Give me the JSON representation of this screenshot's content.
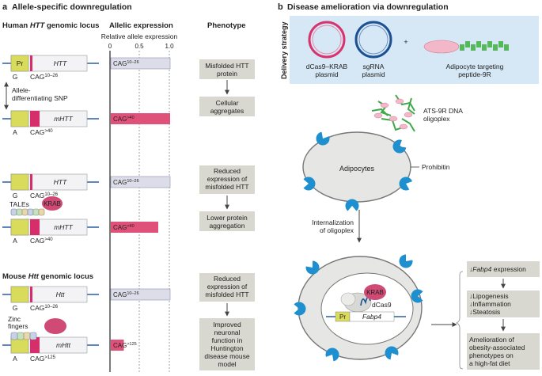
{
  "panel_a": {
    "letter": "a",
    "title": "Allele-specific downregulation",
    "col_locus": "Human HTT genomic locus",
    "col_locus_prefix": "Human ",
    "col_locus_gene": "HTT",
    "col_locus_suffix": " genomic locus",
    "col_expression": "Allelic expression",
    "col_phenotype": "Phenotype",
    "axis_label": "Relative allele expression",
    "ticks": [
      "0",
      "0.5",
      "1.0"
    ],
    "promoter": "Pr",
    "snp_label_1": "Allele-",
    "snp_label_2": "differentiating SNP",
    "tales": "TALEs",
    "krab": "KRAB",
    "zinc_1": "Zinc",
    "zinc_2": "fingers",
    "mouse_prefix": "Mouse ",
    "mouse_gene": "Htt",
    "mouse_suffix": " genomic locus",
    "rows": [
      {
        "allele": "G",
        "gene": "HTT",
        "cag": "CAG",
        "cag_sup": "10–26",
        "bar_label": "CAG",
        "bar_sup": "10–26",
        "value": 1.0
      },
      {
        "allele": "A",
        "gene": "mHTT",
        "cag": "CAG",
        "cag_sup": ">40",
        "bar_label": "CAG",
        "bar_sup": ">40",
        "value": 1.0
      },
      {
        "allele": "G",
        "gene": "HTT",
        "cag": "CAG",
        "cag_sup": "10–26",
        "bar_label": "CAG",
        "bar_sup": "10–26",
        "value": 1.0
      },
      {
        "allele": "A",
        "gene": "mHTT",
        "cag": "CAG",
        "cag_sup": ">40",
        "bar_label": "CAG",
        "bar_sup": ">40",
        "value": 0.8
      },
      {
        "allele": "G",
        "gene": "Htt",
        "cag": "CAG",
        "cag_sup": "10–26",
        "bar_label": "CAG",
        "bar_sup": "10–26",
        "value": 1.0
      },
      {
        "allele": "A",
        "gene": "mHtt",
        "cag": "CAG",
        "cag_sup": ">125",
        "bar_label": "CAG",
        "bar_sup": ">125",
        "value": 0.22
      }
    ],
    "phenotypes": {
      "p1": [
        "Misfolded HTT",
        "protein"
      ],
      "p2": [
        "Cellular",
        "aggregates"
      ],
      "p3": [
        "Reduced",
        "expression of",
        "misfolded HTT"
      ],
      "p4": [
        "Lower protein",
        "aggregation"
      ],
      "p5": [
        "Reduced",
        "expression of",
        "misfolded HTT"
      ],
      "p6": [
        "Improved",
        "neuronal",
        "function in",
        "Huntington",
        "disease mouse",
        "model"
      ]
    }
  },
  "panel_b": {
    "letter": "b",
    "title": "Disease amelioration via downregulation",
    "delivery_label": "Delivery strategy",
    "plasmid1": [
      "dCas9–KRAB",
      "plasmid"
    ],
    "plasmid2": [
      "sgRNA",
      "plasmid"
    ],
    "plus": "+",
    "peptide": [
      "Adipocyte targeting",
      "peptide-9R"
    ],
    "oligoplex": [
      "ATS-9R DNA",
      "oligoplex"
    ],
    "adipocytes": "Adipocytes",
    "prohibitin": "Prohibitin",
    "internalization": [
      "Internalization",
      "of oligoplex"
    ],
    "krab": "KRAB",
    "dcas9": "dCas9",
    "promoter": "Pr",
    "gene": "Fabp4",
    "outcomes": {
      "o1_arrow": "↓",
      "o1_gene": "Fabp4",
      "o1_rest": " expression",
      "o2": [
        "↓Lipogenesis",
        "↓Inflammation",
        "↓Steatosis"
      ],
      "o3": [
        "Amelioration of",
        "obesity-associated",
        "phenotypes on",
        "a high-fat diet"
      ]
    }
  },
  "colors": {
    "promoter_yellow": "#d9db5a",
    "cag_pink": "#d62e6b",
    "bar_grey": "#dcdde8",
    "bar_pink": "#e0517a",
    "pheno_box": "#d8d8d0",
    "delivery_bg": "#d6e8f5",
    "plasmid_pink": "#d8336e",
    "plasmid_blue": "#1c4f94",
    "peptide_green": "#55b85a",
    "receptor_blue": "#1e8fcf",
    "cell_grey": "#e6e6e4",
    "krab_pink": "#cf4a75"
  }
}
